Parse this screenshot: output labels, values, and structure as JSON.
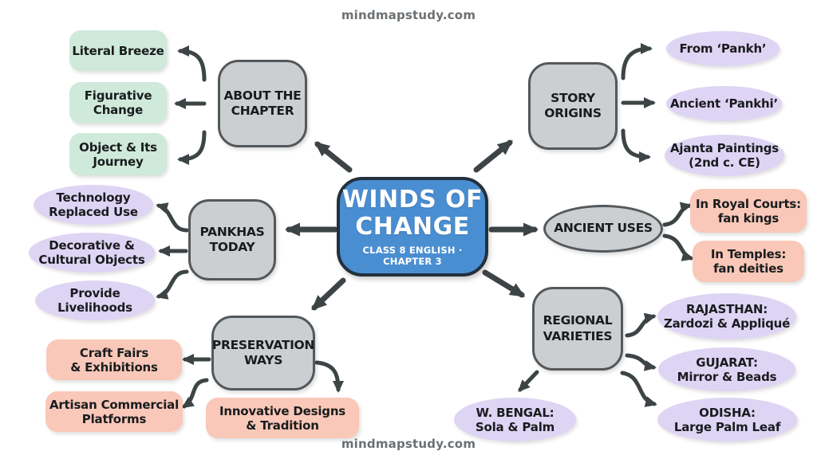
{
  "watermark": {
    "top": "mindmapstudy.com",
    "bottom": "mindmapstudy.com"
  },
  "center": {
    "title": "WINDS OF\nCHANGE",
    "subtitle": "CLASS 8 ENGLISH · CHAPTER 3"
  },
  "colors": {
    "center_fill": "#4a8ed2",
    "center_border": "#22303c",
    "node_fill": "#cccfd1",
    "node_border": "#54585b",
    "green": "#cfe9da",
    "purple": "#ded4f4",
    "salmon": "#f9c8b8",
    "arrow": "#3d4446",
    "text": "#191c1e",
    "watermark": "#6b7074"
  },
  "branches": [
    {
      "label": "ABOUT THE\nCHAPTER",
      "children": [
        {
          "label": "Literal Breeze"
        },
        {
          "label": "Figurative\nChange"
        },
        {
          "label": "Object & Its\nJourney"
        }
      ]
    },
    {
      "label": "STORY\nORIGINS",
      "children": [
        {
          "label": "From ‘Pankh’"
        },
        {
          "label": "Ancient ‘Pankhi’"
        },
        {
          "label": "Ajanta Paintings\n(2nd c. CE)"
        }
      ]
    },
    {
      "label": "PANKHAS\nTODAY",
      "children": [
        {
          "label": "Technology\nReplaced Use"
        },
        {
          "label": "Decorative &\nCultural Objects"
        },
        {
          "label": "Provide\nLivelihoods"
        }
      ]
    },
    {
      "label": "ANCIENT USES",
      "children": [
        {
          "label": "In Royal Courts:\nfan kings"
        },
        {
          "label": "In Temples:\nfan deities"
        }
      ]
    },
    {
      "label": "PRESERVATION\nWAYS",
      "children": [
        {
          "label": "Craft Fairs\n& Exhibitions"
        },
        {
          "label": "Artisan Commercial\nPlatforms"
        },
        {
          "label": "Innovative Designs\n& Tradition"
        }
      ]
    },
    {
      "label": "REGIONAL\nVARIETIES",
      "children": [
        {
          "label": "RAJASTHAN:\nZardozi & Appliqué"
        },
        {
          "label": "GUJARAT:\nMirror & Beads"
        },
        {
          "label": "ODISHA:\nLarge Palm Leaf"
        },
        {
          "label": "W. BENGAL:\nSola & Palm"
        }
      ]
    }
  ]
}
